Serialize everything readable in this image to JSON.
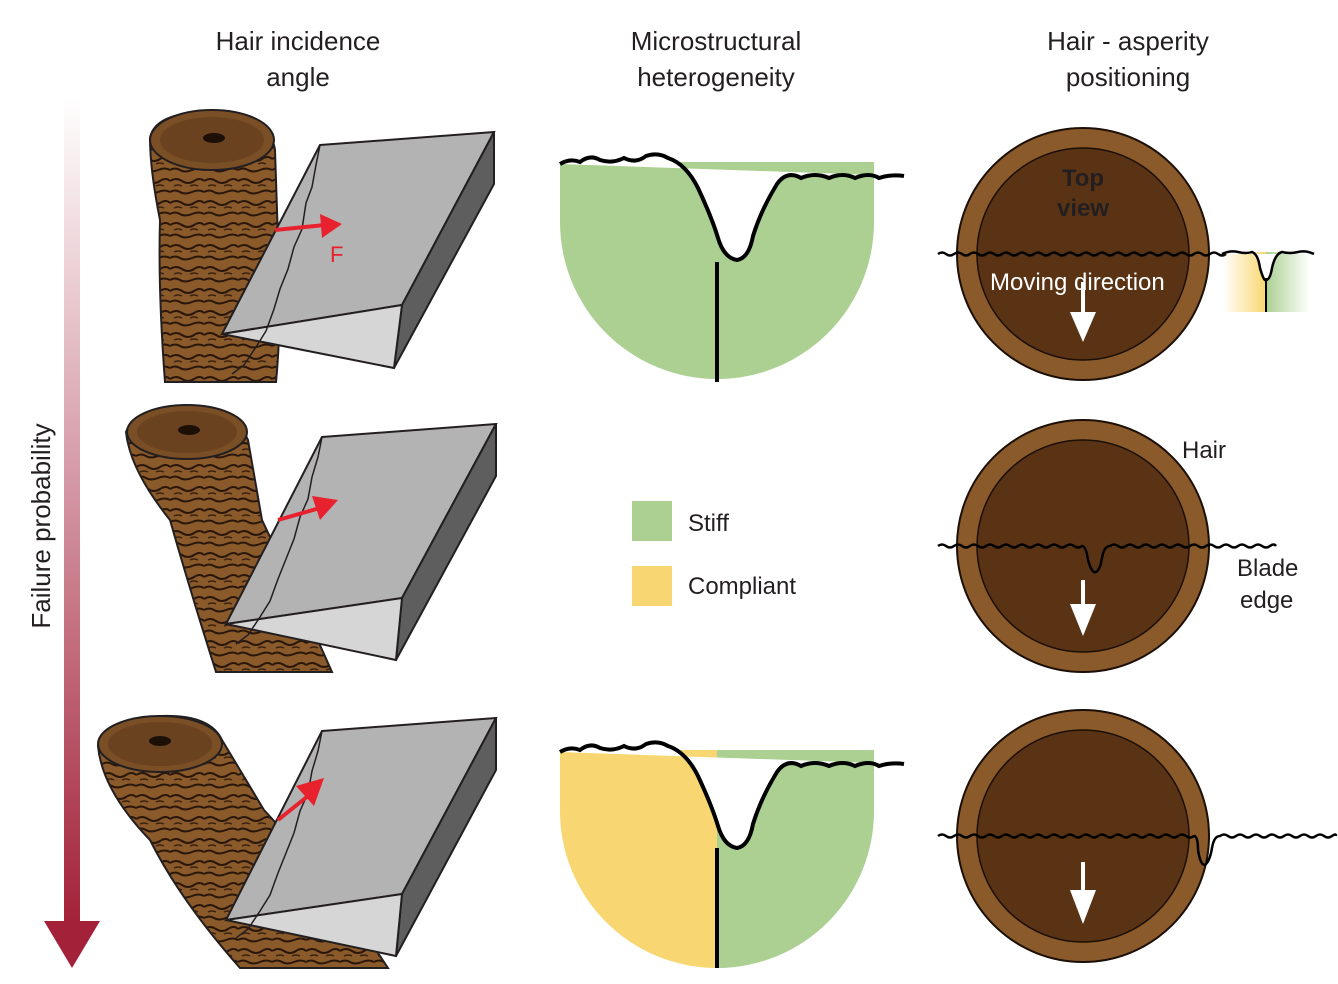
{
  "columns": {
    "col1": {
      "line1": "Hair incidence",
      "line2": "angle"
    },
    "col2": {
      "line1": "Microstructural",
      "line2": "heterogeneity"
    },
    "col3": {
      "line1": "Hair - asperity",
      "line2": "positioning"
    }
  },
  "y_axis_label": "Failure probability",
  "force_label": "F",
  "legend": {
    "stiff": {
      "label": "Stiff",
      "color": "#abd092"
    },
    "compliant": {
      "label": "Compliant",
      "color": "#f8d772"
    }
  },
  "annotations": {
    "top_view_line1": "Top",
    "top_view_line2": "view",
    "moving_direction": "Moving direction",
    "hair": "Hair",
    "blade_line1": "Blade",
    "blade_line2": "edge"
  },
  "colors": {
    "hair_dark": "#5a3314",
    "hair_mid": "#8a5a2b",
    "hair_ring": "#7b4f26",
    "blade_top": "#b3b3b3",
    "blade_side": "#5e5e5e",
    "blade_front": "#d6d6d6",
    "arrow_red": "#e8212e",
    "gradient_top": "#ffffff",
    "gradient_bottom": "#a3223a"
  }
}
